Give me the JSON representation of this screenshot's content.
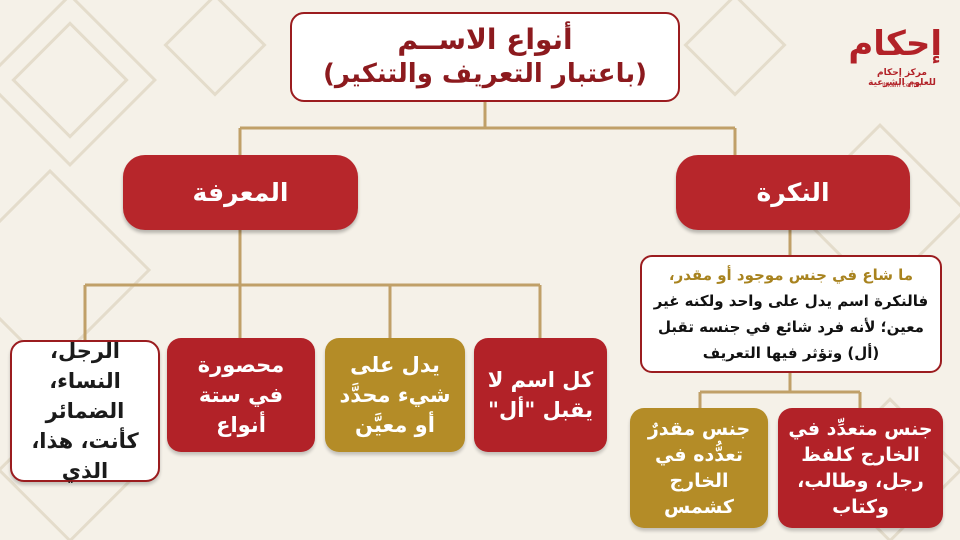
{
  "title": {
    "line1": "أنواع الاســم",
    "line2": "(باعتبار التعريف والتنكير)"
  },
  "branches": {
    "marifa": "المعرفة",
    "nakira": "النكرة"
  },
  "marifa_cards": [
    "الرجل، النساء، الضمائر كأنت، هذا، الذي",
    "محصورة في ستة أنواع",
    "يدل على شيء محدَّد أو معيَّن",
    "كل اسم لا يقبل \"أل\""
  ],
  "nakira_definition": {
    "highlight": "ما شاع في جنس موجود أو مقدر،",
    "body": "فالنكرة اسم يدل على واحد ولكنه غير معين؛ لأنه فرد شائع في جنسه تقبل (أل) وتؤثر فيها التعريف"
  },
  "nakira_cards": [
    "جنس مقدرٌ تعدُّده في الخارج كشمس",
    "جنس متعدِّد في الخارج كلفظ رجل، وطالب، وكتاب"
  ],
  "logo": {
    "word": "إحكام",
    "subtitle": "مركز إحكام للعلوم الشرعية",
    "tagline": "Ihkam center"
  },
  "colors": {
    "red": "#b22228",
    "gold": "#b48c27",
    "line": "#c0a068",
    "background": "#f5f1e8"
  }
}
